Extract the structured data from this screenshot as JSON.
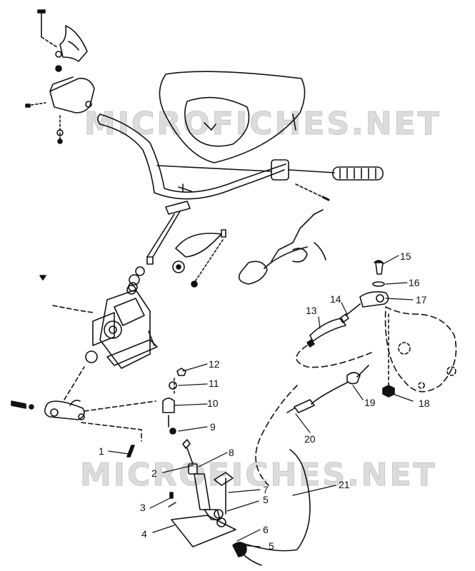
{
  "watermark": "MICROFICHES.NET",
  "callouts": {
    "c1": "1",
    "c2": "2",
    "c3": "3",
    "c4": "4",
    "c5a": "5",
    "c5b": "5",
    "c6": "6",
    "c7": "7",
    "c8": "8",
    "c9": "9",
    "c10": "10",
    "c11": "11",
    "c12": "12",
    "c13": "13",
    "c14": "14",
    "c15": "15",
    "c16": "16",
    "c17": "17",
    "c18": "18",
    "c19": "19",
    "c20": "20",
    "c21": "21"
  }
}
